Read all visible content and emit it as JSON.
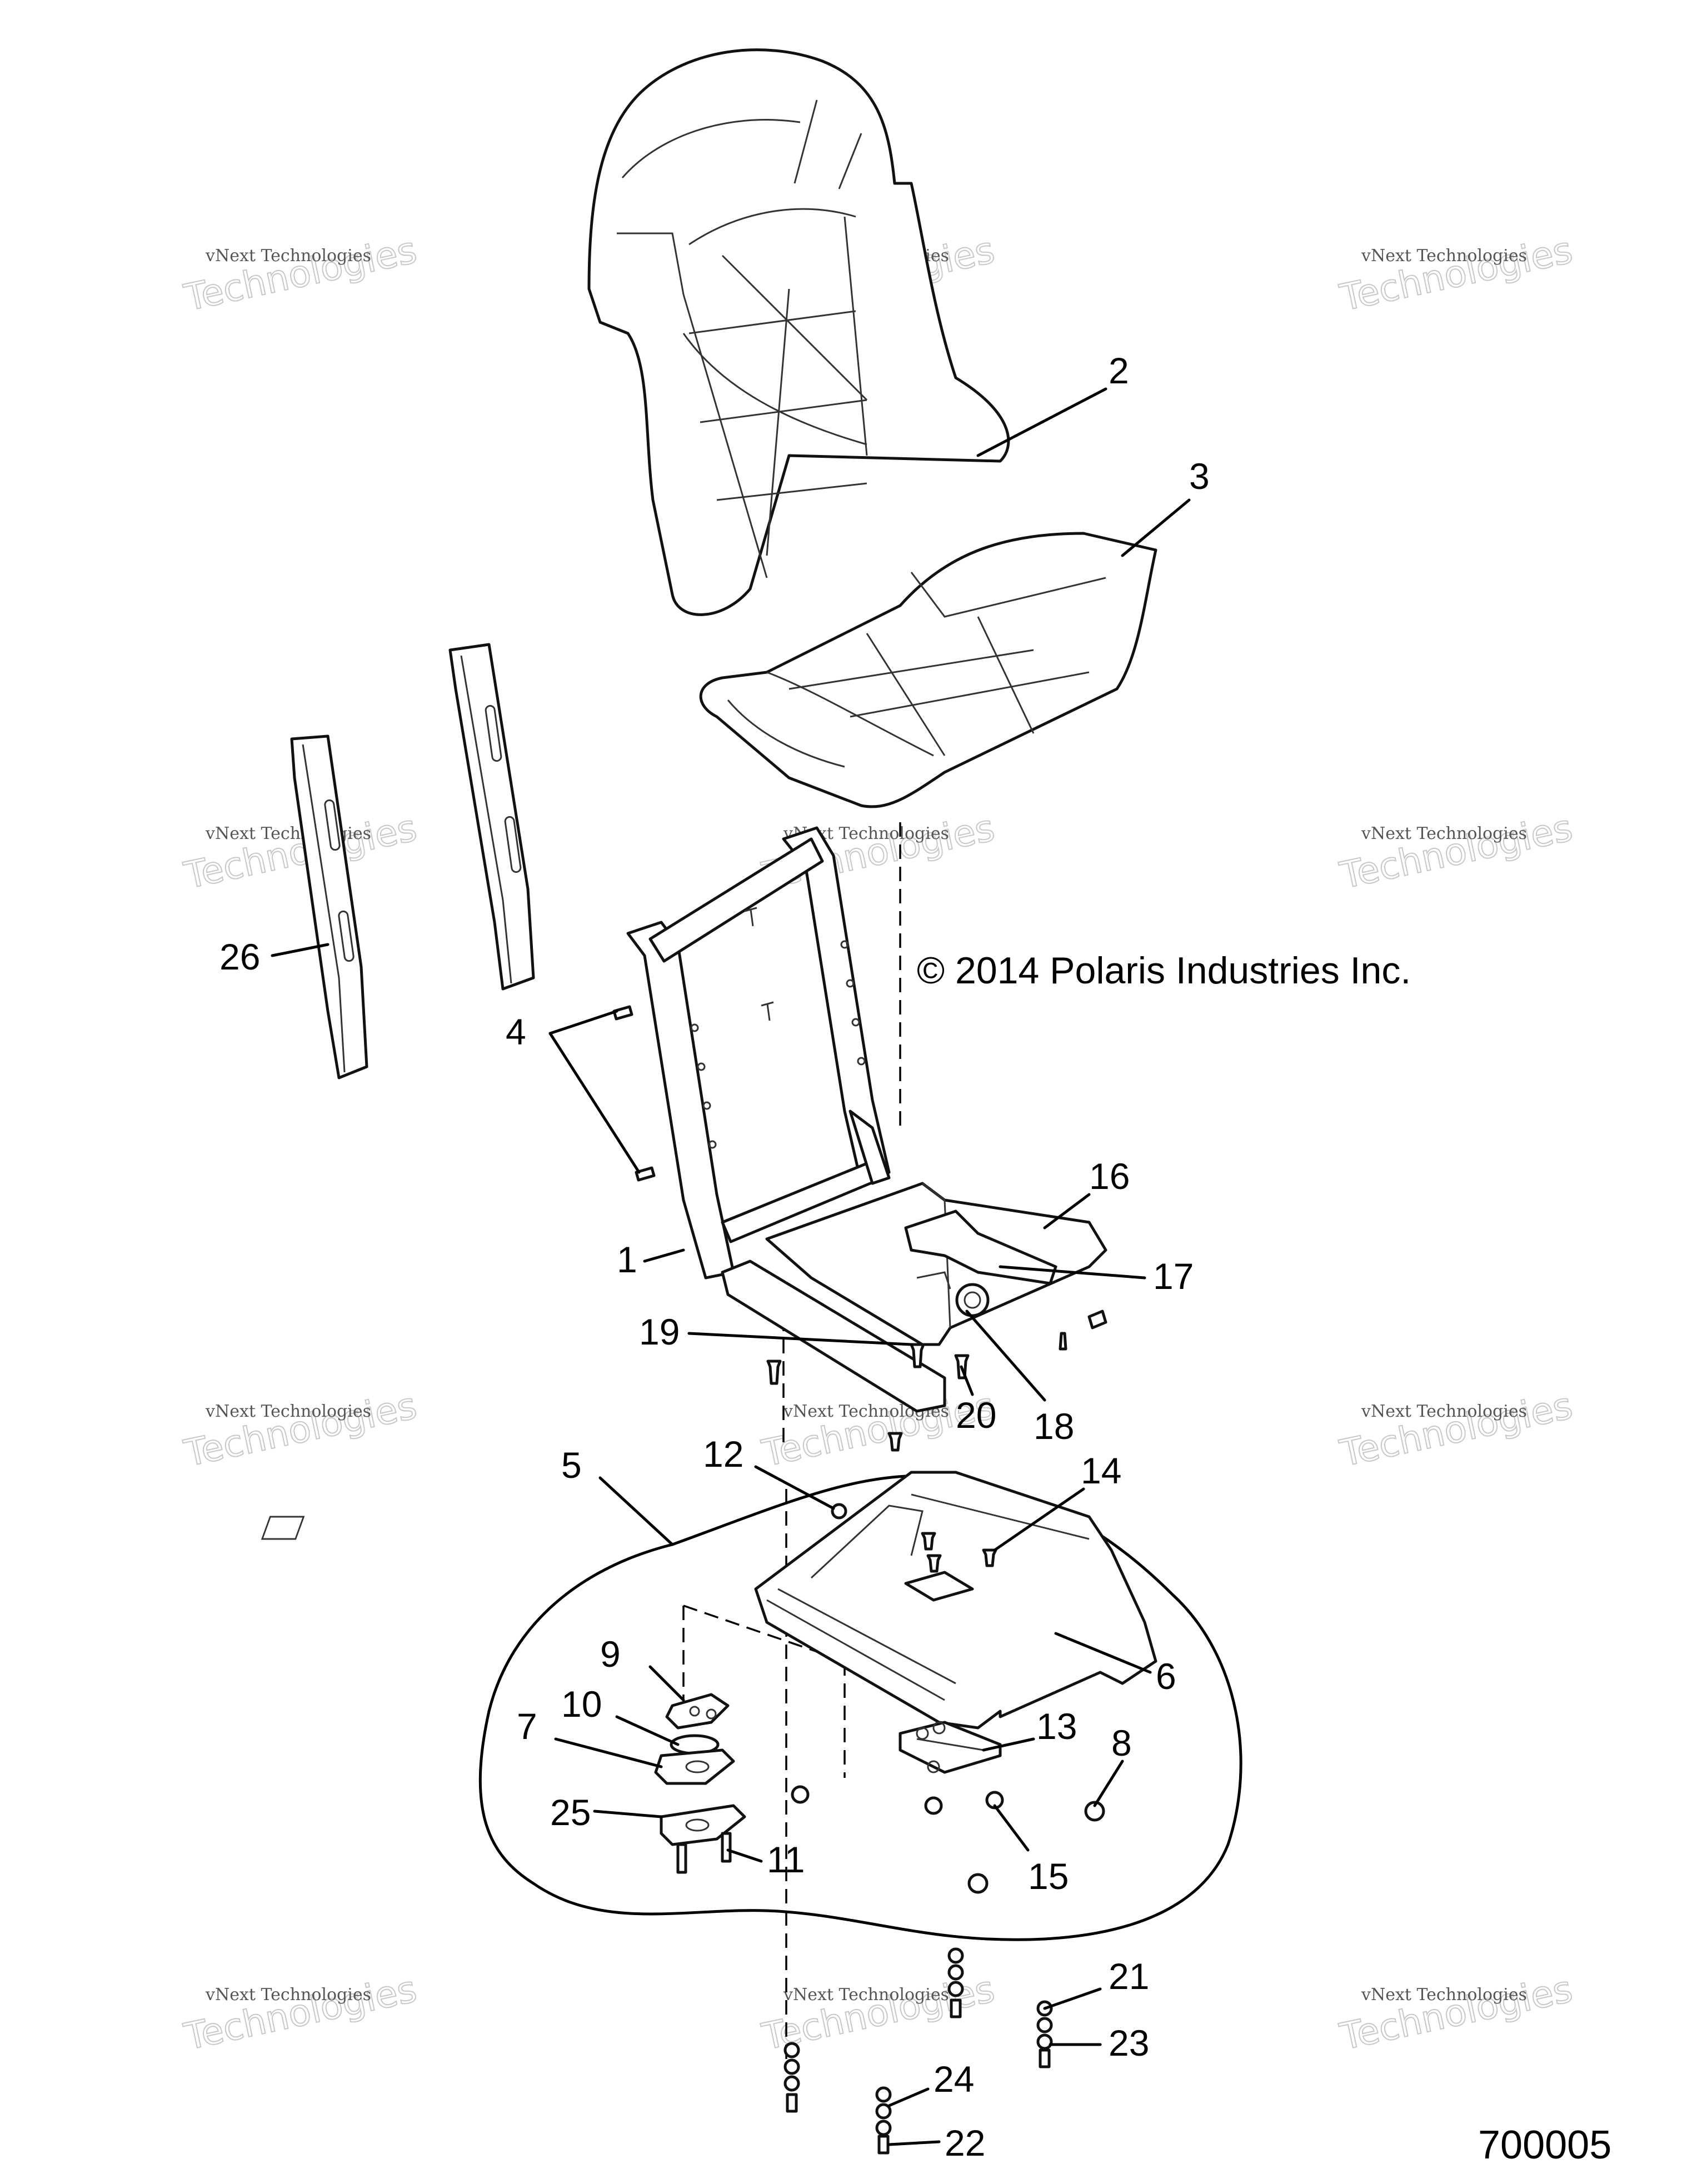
{
  "copyright": "© 2014 Polaris Industries Inc.",
  "document_number": "700005",
  "watermark": {
    "line_small": "vNext Technologies",
    "line_large": "Technologies",
    "line_small_top": "vNext"
  },
  "callouts": {
    "c1": "1",
    "c2": "2",
    "c3": "3",
    "c4": "4",
    "c5": "5",
    "c6": "6",
    "c7": "7",
    "c8": "8",
    "c9": "9",
    "c10": "10",
    "c11": "11",
    "c12": "12",
    "c13": "13",
    "c14": "14",
    "c15": "15",
    "c16": "16",
    "c17": "17",
    "c18": "18",
    "c19": "19",
    "c20": "20",
    "c21": "21",
    "c22": "22",
    "c23": "23",
    "c24": "24",
    "c25": "25",
    "c26": "26"
  }
}
